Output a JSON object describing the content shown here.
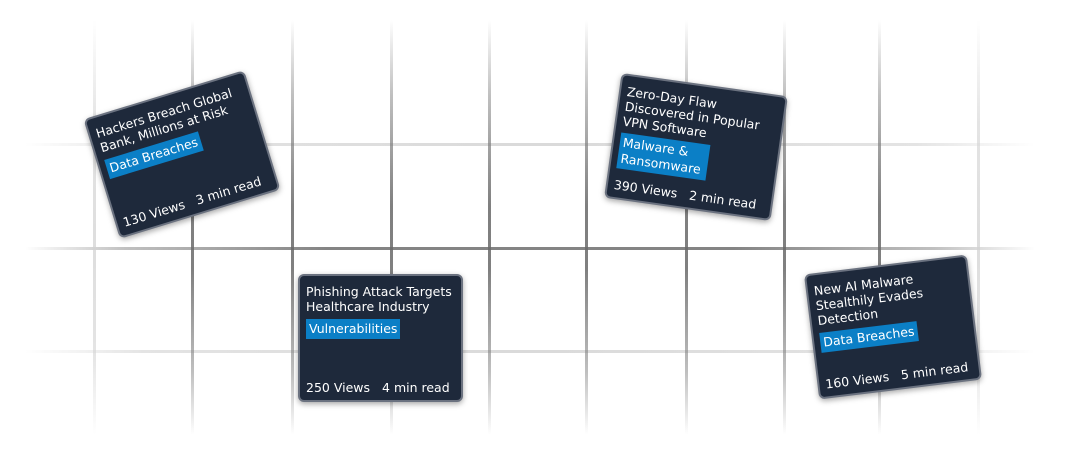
{
  "articles": [
    {
      "title": "Hackers Breach Global Bank, Millions at Risk",
      "category": "Data Breaches",
      "views": "130 Views",
      "read_time": "3 min read"
    },
    {
      "title": "Phishing Attack Targets Healthcare Industry",
      "category": "Vulnerabilities",
      "views": "250 Views",
      "read_time": "4 min read"
    },
    {
      "title": "Zero-Day Flaw Discovered in Popular VPN Software",
      "category": "Malware & Ransomware",
      "views": "390 Views",
      "read_time": "2 min read"
    },
    {
      "title": "New AI Malware Stealthily Evades Detection",
      "category": "Data Breaches",
      "views": "160 Views",
      "read_time": "5 min read"
    }
  ],
  "colors": {
    "card_background": "#1e293b",
    "card_border": "#6b7280",
    "tag_background": "#0b7fc6",
    "text": "#ffffff",
    "page_background": "#ffffff"
  }
}
